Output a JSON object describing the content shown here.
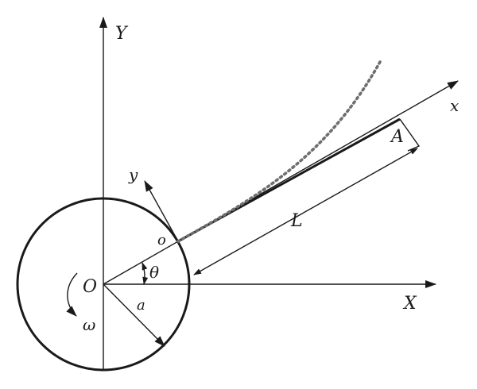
{
  "labels": {
    "Y_axis": "Y",
    "X_axis": "X",
    "x_axis": "x",
    "y_axis": "y",
    "origin_O": "O",
    "origin_o": "o",
    "length": "L",
    "mass": "A",
    "angle": "θ",
    "radius": "a",
    "angular_velocity": "ω"
  }
}
